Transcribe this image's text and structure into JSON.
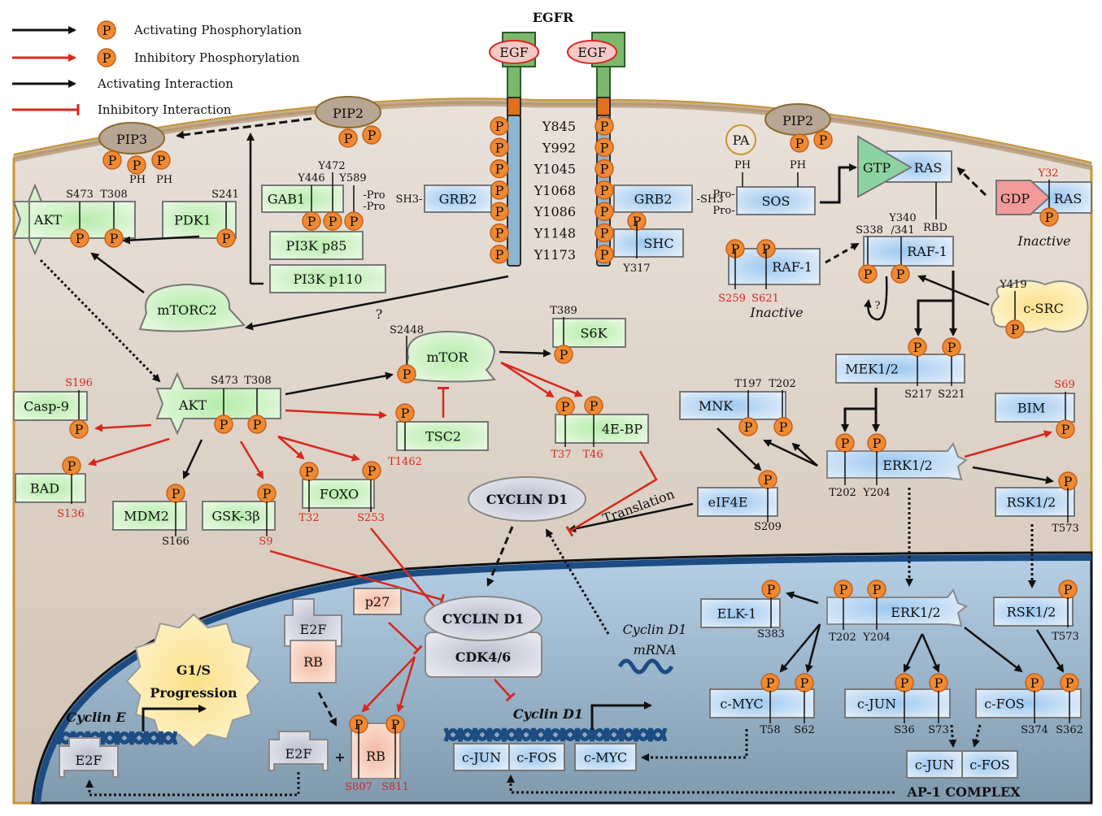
{
  "title": "EGFR",
  "legend": [
    {
      "kind": "arrow",
      "color": "#111111",
      "phospho": true,
      "phospho_text_color": "#111111",
      "label": "Activating Phosphorylation"
    },
    {
      "kind": "arrow",
      "color": "#d8281e",
      "phospho": true,
      "phospho_text_color": "#d8281e",
      "label": "Inhibitory Phosphorylation"
    },
    {
      "kind": "arrow",
      "color": "#111111",
      "phospho": false,
      "label": "Activating Interaction"
    },
    {
      "kind": "tbar",
      "color": "#d8281e",
      "phospho": false,
      "label": "Inhibitory Interaction"
    }
  ],
  "colors": {
    "cytoplasm": "#dcd1c5",
    "membrane": "#c8962f",
    "nucleus": "#a7c3dc",
    "nuclear_envelope": "#1c4c82",
    "phospho_fill": "#ef8a33",
    "phospho_stroke": "#c7601a",
    "green_node": "#d6f2cc",
    "blue_node": "#c7ddf3",
    "grey_node": "#cfd0db",
    "pink_node": "#f6cdb9",
    "yellow_node": "#fbf1b5",
    "activating": "#111111",
    "inhibitory": "#d8281e"
  },
  "phospho_symbol": "P",
  "receptor": {
    "ligand": "EGF",
    "sites": [
      "Y845",
      "Y992",
      "Y1045",
      "Y1068",
      "Y1086",
      "Y1148",
      "Y1173"
    ]
  },
  "membrane_lipids": {
    "pip3": "PIP3",
    "pip2_left": "PIP2",
    "pip2_right": "PIP2",
    "pa": "PA"
  },
  "pi3k_branch": {
    "akt_top": {
      "label": "AKT",
      "sites": [
        "S473",
        "T308"
      ],
      "domain": "PH"
    },
    "pdk1": {
      "label": "PDK1",
      "site": "S241",
      "domain": "PH"
    },
    "gab1": {
      "label": "GAB1",
      "sites": [
        "Y446",
        "Y472",
        "Y589"
      ],
      "pro": [
        "-Pro",
        "-Pro"
      ]
    },
    "grb2_left": {
      "label": "GRB2",
      "sh3": "SH3-"
    },
    "pi3k_p85": "PI3K p85",
    "pi3k_p110": "PI3K p110",
    "mtorc2": "mTORC2",
    "question": "?"
  },
  "ras_branch": {
    "grb2_right": {
      "label": "GRB2",
      "sh3": "-SH3"
    },
    "shc": {
      "label": "SHC",
      "site": "Y317"
    },
    "sos": {
      "label": "SOS",
      "pro": [
        "Pro-",
        "Pro-"
      ],
      "domains": [
        "PH",
        "PH"
      ]
    },
    "ras_active": {
      "label": "RAS",
      "nucleotide": "GTP"
    },
    "ras_inactive": {
      "label": "RAS",
      "nucleotide": "GDP",
      "site": "Y32",
      "state": "Inactive"
    },
    "raf_inactive": {
      "label": "RAF-1",
      "sites": [
        "S259",
        "S621"
      ],
      "state": "Inactive"
    },
    "raf_active": {
      "label": "RAF-1",
      "sites": [
        "S338",
        "Y340\n/341"
      ],
      "site_a": "S338",
      "site_b_top": "Y340",
      "site_b_bottom": "/341",
      "rbd": "RBD",
      "question": "?"
    },
    "csrc": {
      "label": "c-SRC",
      "site": "Y419"
    },
    "mek": {
      "label": "MEK1/2",
      "sites": [
        "S217",
        "S221"
      ]
    },
    "erk": {
      "label": "ERK1/2",
      "sites": [
        "T202",
        "Y204"
      ]
    },
    "mnk": {
      "label": "MNK",
      "sites": [
        "T197",
        "T202"
      ]
    },
    "eif4e": {
      "label": "eIF4E",
      "site": "S209"
    },
    "bim": {
      "label": "BIM",
      "site": "S69"
    },
    "rsk": {
      "label": "RSK1/2",
      "site": "T573"
    }
  },
  "akt_branch": {
    "akt": {
      "label": "AKT",
      "sites": [
        "S473",
        "T308"
      ]
    },
    "casp9": {
      "label": "Casp-9",
      "site": "S196"
    },
    "bad": {
      "label": "BAD",
      "site": "S136"
    },
    "mdm2": {
      "label": "MDM2",
      "site": "S166"
    },
    "gsk3b": {
      "label": "GSK-3β",
      "site": "S9"
    },
    "foxo": {
      "label": "FOXO",
      "sites": [
        "T32",
        "S253"
      ]
    },
    "tsc2": {
      "label": "TSC2",
      "site": "T1462"
    },
    "mtor": {
      "label": "mTOR",
      "site": "S2448",
      "question": "?"
    },
    "s6k": {
      "label": "S6K",
      "site": "T389"
    },
    "ebp": {
      "label": "4E-BP",
      "sites": [
        "T37",
        "T46"
      ]
    }
  },
  "cytoplasm_misc": {
    "cyclin_d1": "CYCLIN D1",
    "translation": "Translation"
  },
  "nucleus": {
    "g1s": [
      "G1/S",
      "Progression"
    ],
    "cyclin_e_gene": "Cyclin E",
    "e2f": "E2F",
    "rb": "RB",
    "plus": "+",
    "rb_sites": [
      "S807",
      "S811"
    ],
    "p27": "p27",
    "cyclin_d1": "CYCLIN D1",
    "cdk46": "CDK4/6",
    "cyclin_d1_gene": "Cyclin D1",
    "cyclin_d1_mrna": [
      "Cyclin D1",
      "mRNA"
    ],
    "promoter_tfs": [
      "c-JUN",
      "c-FOS",
      "c-MYC"
    ],
    "elk1": {
      "label": "ELK-1",
      "site": "S383"
    },
    "erk": {
      "label": "ERK1/2",
      "sites": [
        "T202",
        "Y204"
      ]
    },
    "rsk": {
      "label": "RSK1/2",
      "site": "T573"
    },
    "cmyc": {
      "label": "c-MYC",
      "sites": [
        "T58",
        "S62"
      ]
    },
    "cjun": {
      "label": "c-JUN",
      "sites": [
        "S36",
        "S73"
      ]
    },
    "cfos": {
      "label": "c-FOS",
      "sites": [
        "S374",
        "S362"
      ]
    },
    "ap1": {
      "labels": [
        "c-JUN",
        "c-FOS"
      ],
      "title": "AP-1 COMPLEX"
    }
  }
}
